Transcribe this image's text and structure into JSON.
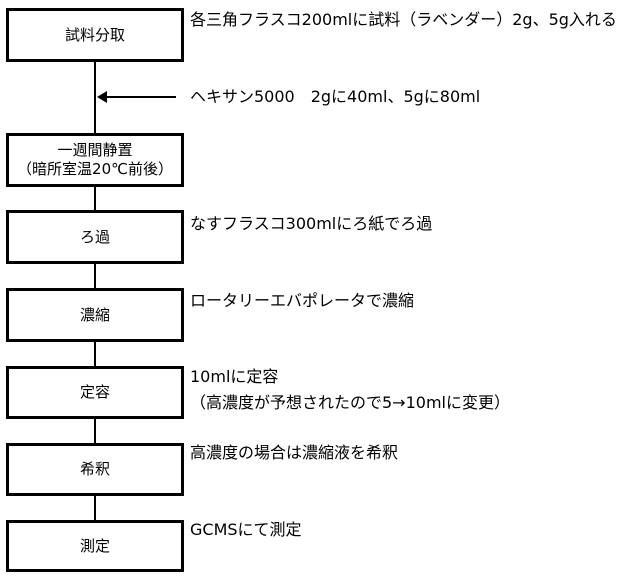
{
  "steps": [
    {
      "label": "試料分取",
      "note": "各三角フラスコ200mlに試料（ラベンダー）2g、5g入れる"
    },
    {
      "label_line1": "一週間静置",
      "label_line2": "（暗所室温20℃前後）"
    },
    {
      "label": "ろ過",
      "note": "なすフラスコ300mlにろ紙でろ過"
    },
    {
      "label": "濃縮",
      "note": "ロータリーエバポレータで濃縮"
    },
    {
      "label": "定容",
      "note_line1": "10mlに定容",
      "note_line2": "（高濃度が予想されたので5→10mlに変更）"
    },
    {
      "label": "希釈",
      "note": "高濃度の場合は濃縮液を希釈"
    },
    {
      "label": "測定",
      "note": "GCMSにて測定"
    }
  ],
  "solvent_addition": "ヘキサン5000　2gに40ml、5gに80ml"
}
